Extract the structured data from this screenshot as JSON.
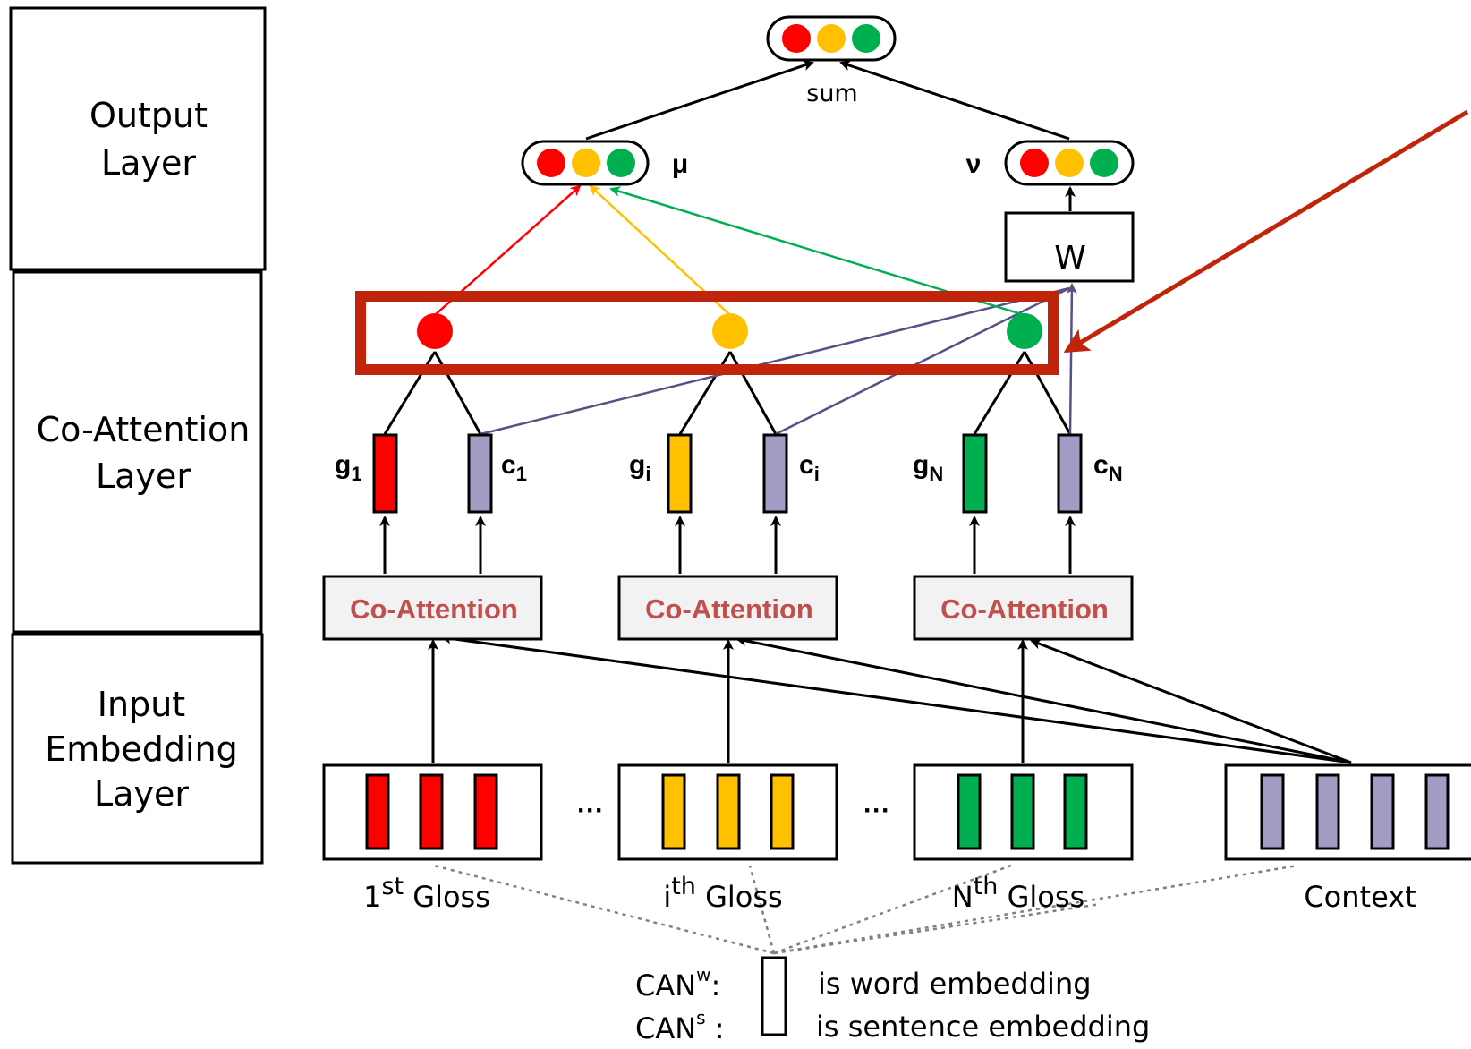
{
  "layers": {
    "output": [
      "Output",
      "Layer"
    ],
    "coattention": [
      "Co-Attention",
      "Layer"
    ],
    "input": [
      "Input",
      "Embedding",
      "Layer"
    ]
  },
  "blocks": {
    "coattention_label": "Co-Attention",
    "w_label": "W",
    "sum_label": "sum",
    "mu_label": "μ",
    "nu_label": "ν",
    "ellipsis": "···"
  },
  "vectors": {
    "g1": {
      "base": "g",
      "sub": "1"
    },
    "c1": {
      "base": "c",
      "sub": "1"
    },
    "gi": {
      "base": "g",
      "sub": "i"
    },
    "ci": {
      "base": "c",
      "sub": "i"
    },
    "gN": {
      "base": "g",
      "sub": "N"
    },
    "cN": {
      "base": "c",
      "sub": "N"
    }
  },
  "inputs": {
    "gloss1": {
      "pre": "1",
      "sup": "st",
      "post": " Gloss"
    },
    "glossi": {
      "pre": "i",
      "sup": "th",
      "post": " Gloss"
    },
    "glossN": {
      "pre": "N",
      "sup": "th",
      "post": " Gloss"
    },
    "context": "Context"
  },
  "legend": {
    "canw": {
      "base": "CAN",
      "sup": "w",
      "tail": ":"
    },
    "cans": {
      "base": "CAN",
      "sup": "s",
      "tail": " :"
    },
    "word": "is word embedding",
    "sentence": "is sentence embedding"
  },
  "colors": {
    "red": "#ff0000",
    "yellow": "#ffc000",
    "green": "#00b050",
    "purple": "#a29bc4",
    "highlight": "#c0250b",
    "coattn_text": "#c0504d",
    "line_purple": "#5c4f86"
  }
}
